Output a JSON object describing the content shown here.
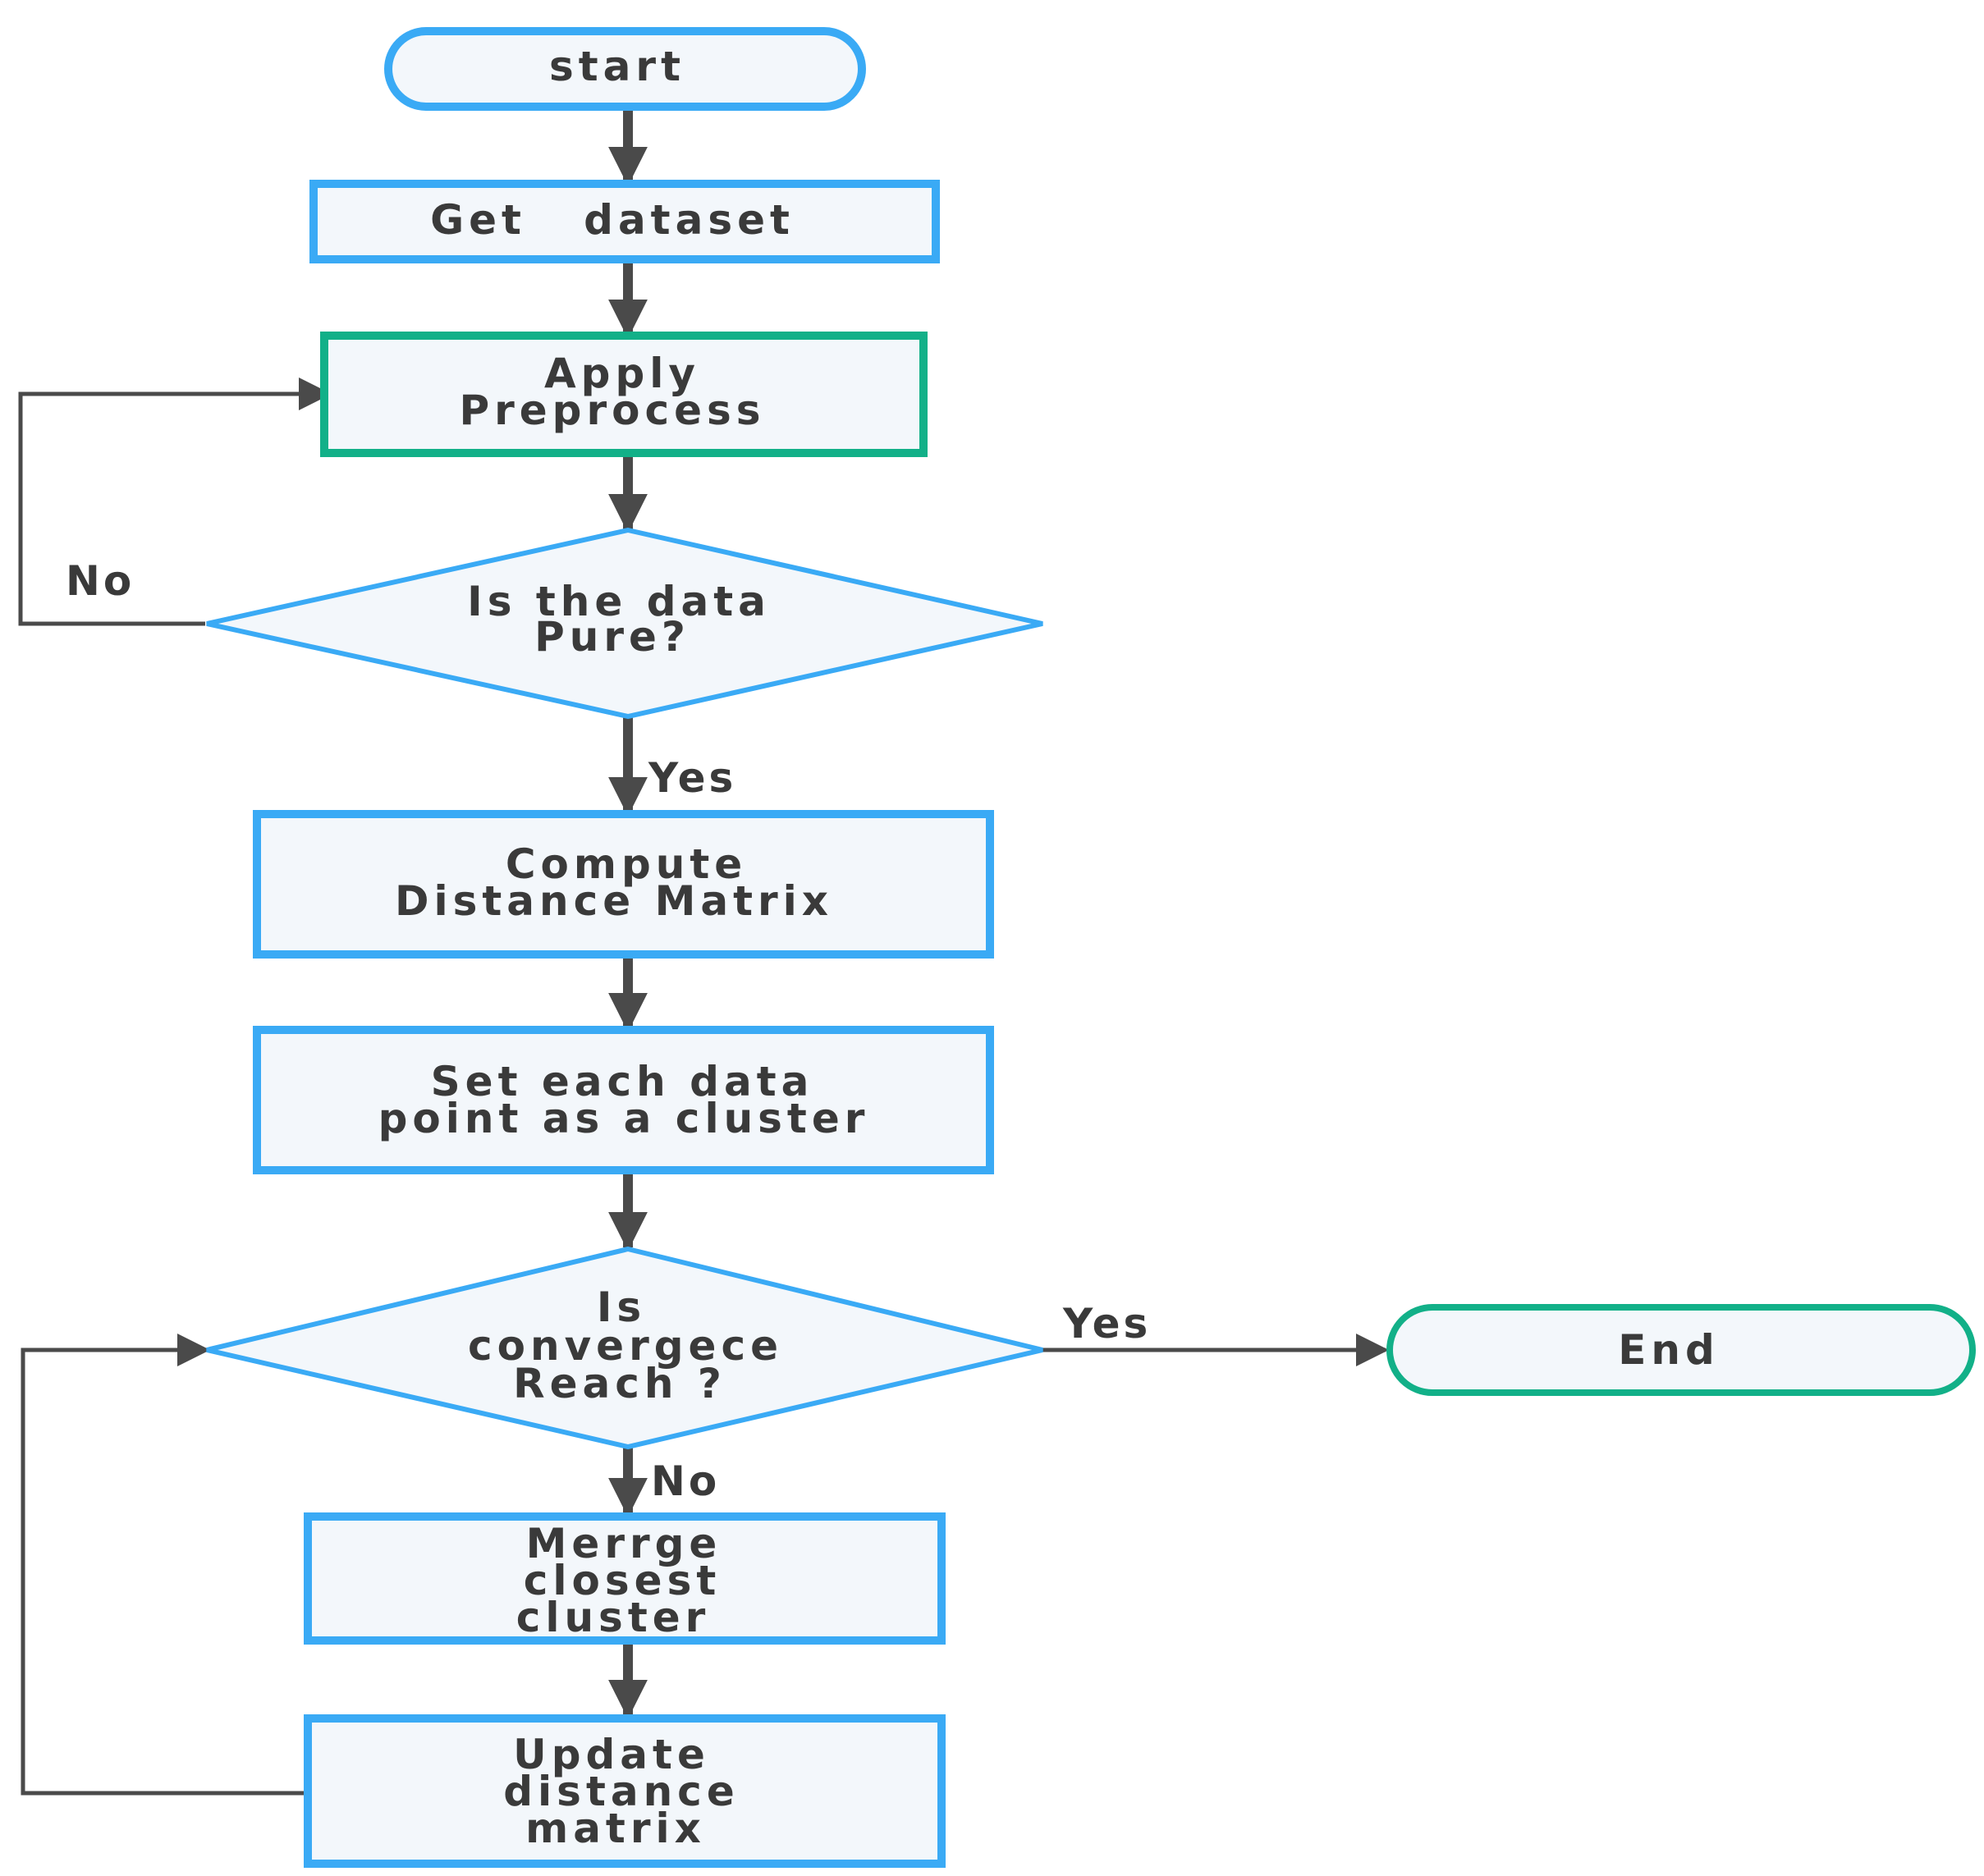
{
  "nodes": {
    "start": {
      "label": "start"
    },
    "get_dataset": {
      "label": "Get   dataset"
    },
    "apply_preprocess": {
      "line1": "Apply",
      "line2": "Preprocess"
    },
    "data_pure": {
      "line1": "Is the data",
      "line2": "Pure?"
    },
    "compute_distance": {
      "line1": "Compute",
      "line2": "Distance Matrix"
    },
    "set_cluster": {
      "line1": "Set each data",
      "line2": "point as a cluster"
    },
    "convergence": {
      "line1": "Is",
      "line2": "convergece",
      "line3": "Reach ?"
    },
    "end": {
      "label": "End"
    },
    "merge_closest": {
      "line1": "Merrge",
      "line2": "closest",
      "line3": "cluster"
    },
    "update_distance": {
      "line1": "Update",
      "line2": "distance",
      "line3": "matrix"
    }
  },
  "edge_labels": {
    "pure_no": "No",
    "pure_yes": "Yes",
    "convergence_yes": "Yes",
    "convergence_no": "No"
  },
  "colors": {
    "blue_border": "#3aaaf5",
    "green_border": "#12b088",
    "node_fill": "#f3f7fb",
    "connector": "#4a4a4a",
    "text": "#3a3a3a"
  }
}
